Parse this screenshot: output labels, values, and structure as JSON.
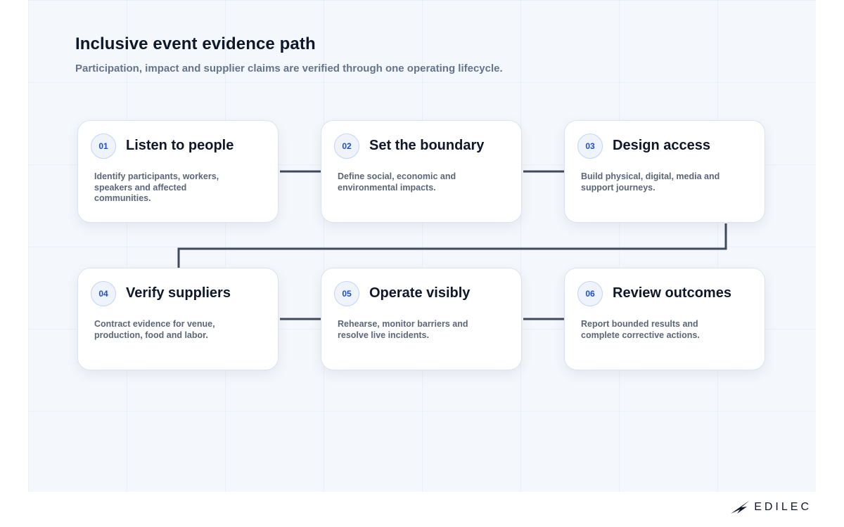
{
  "header": {
    "title": "Inclusive event evidence path",
    "subtitle": "Participation, impact and supplier claims are verified through one operating lifecycle."
  },
  "steps": [
    {
      "number": "01",
      "title": "Listen to people",
      "description": "Identify participants, workers, speakers and affected communities."
    },
    {
      "number": "02",
      "title": "Set the boundary",
      "description": "Define social, economic and environmental impacts."
    },
    {
      "number": "03",
      "title": "Design access",
      "description": "Build physical, digital, media and support journeys."
    },
    {
      "number": "04",
      "title": "Verify suppliers",
      "description": "Contract evidence for venue, production, food and labor."
    },
    {
      "number": "05",
      "title": "Operate visibly",
      "description": "Rehearse, monitor barriers and resolve live incidents."
    },
    {
      "number": "06",
      "title": "Review outcomes",
      "description": "Report bounded results and complete corrective actions."
    }
  ],
  "brand": {
    "name": "EDILEC",
    "icon": "bird-logo-icon"
  },
  "colors": {
    "connector": "#3f4a5c",
    "accent": "#1d4ed8",
    "canvas": "#f4f7fc"
  }
}
